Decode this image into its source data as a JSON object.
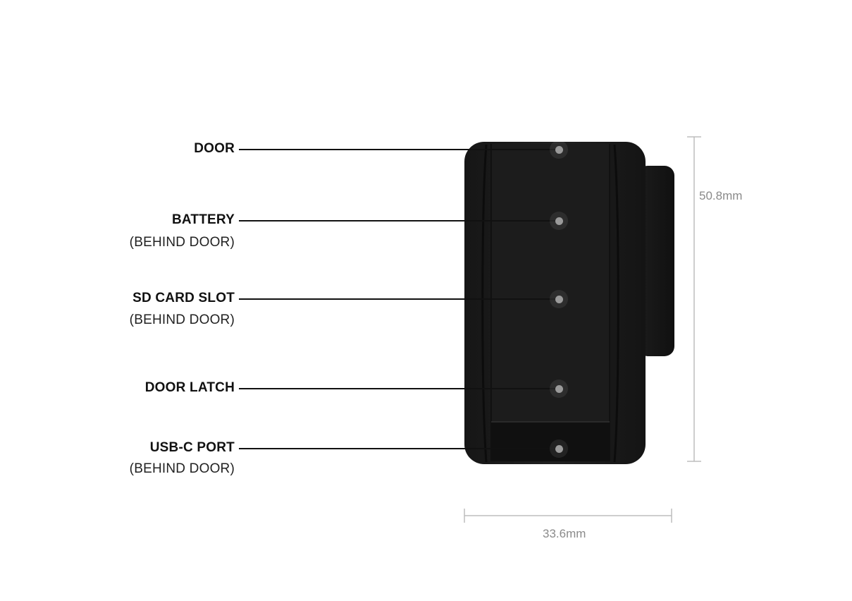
{
  "callouts": [
    {
      "title": "DOOR",
      "sub": ""
    },
    {
      "title": "BATTERY",
      "sub": "(BEHIND DOOR)"
    },
    {
      "title": "SD CARD SLOT",
      "sub": "(BEHIND DOOR)"
    },
    {
      "title": "DOOR LATCH",
      "sub": ""
    },
    {
      "title": "USB-C PORT",
      "sub": "(BEHIND DOOR)"
    }
  ],
  "dimensions": {
    "height": "50.8mm",
    "width": "33.6mm"
  },
  "colors": {
    "body": "#1a1a1a",
    "leader": "#111111",
    "dimension": "#bdbdbd",
    "marker": "#9a9a9a"
  }
}
